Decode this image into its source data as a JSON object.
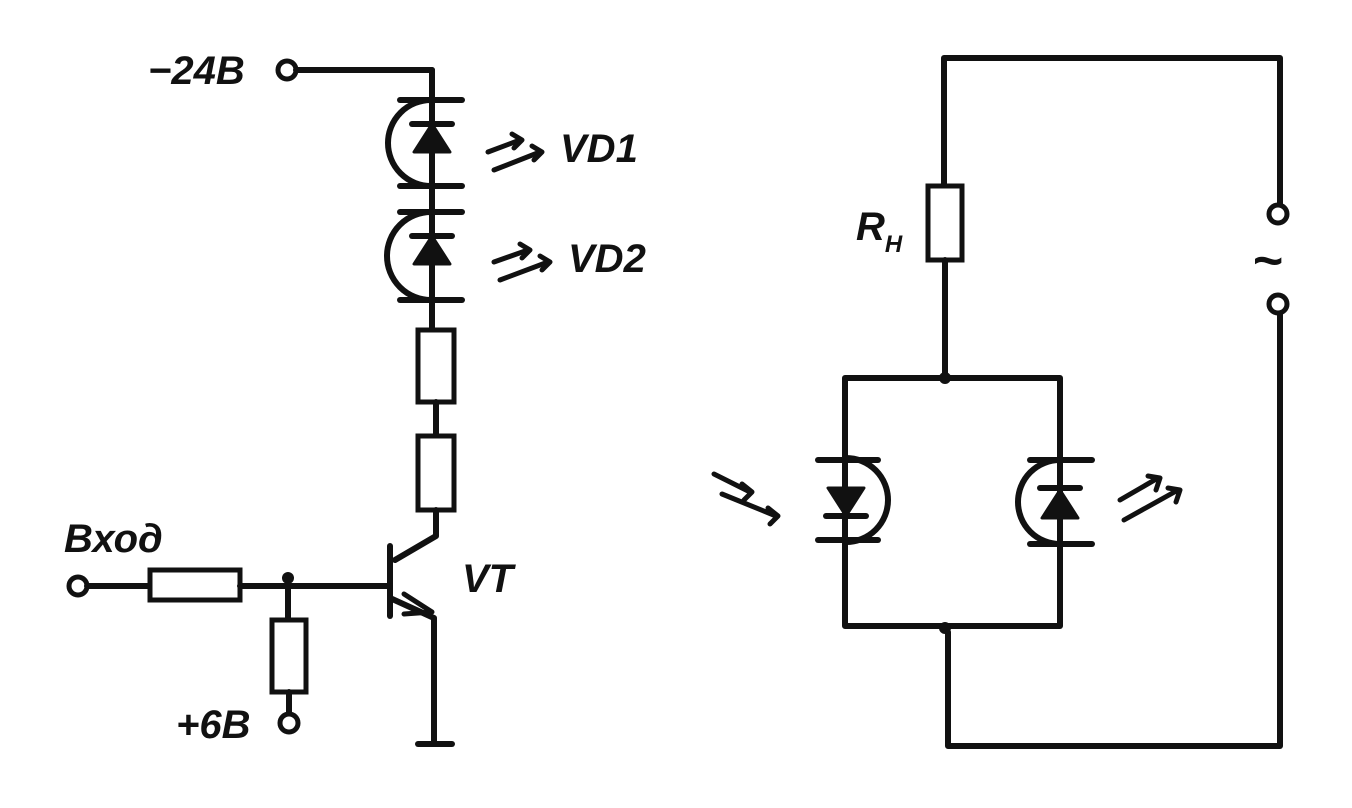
{
  "left_circuit": {
    "supply_neg_label": "−24В",
    "led1_label": "VD1",
    "led2_label": "VD2",
    "input_label": "Вход",
    "transistor_label": "VT",
    "bias_label": "+6В"
  },
  "right_circuit": {
    "load_label": "R",
    "load_subscript": "Н",
    "ac_source_label": "~"
  }
}
